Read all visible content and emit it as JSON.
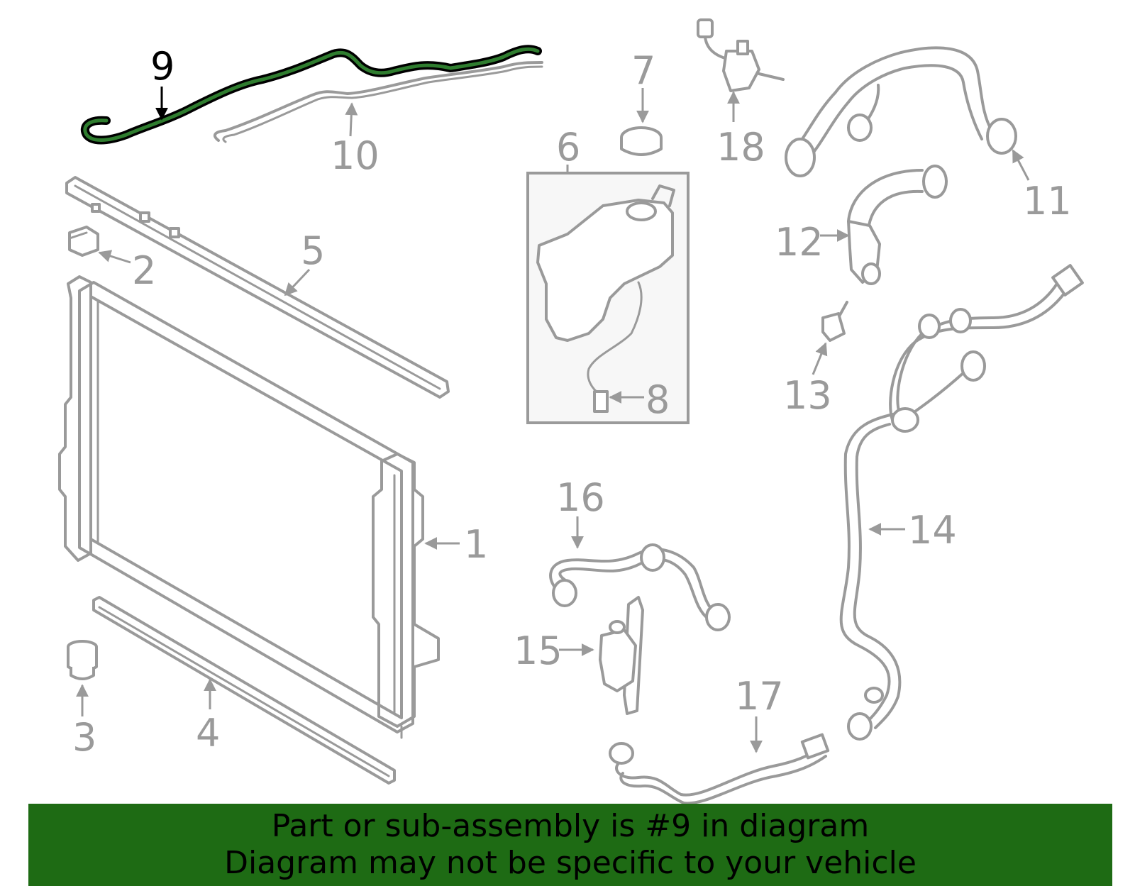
{
  "diagram": {
    "highlighted_part": "9",
    "callouts": [
      "1",
      "2",
      "3",
      "4",
      "5",
      "6",
      "7",
      "8",
      "9",
      "10",
      "11",
      "12",
      "13",
      "14",
      "15",
      "16",
      "17",
      "18"
    ],
    "highlight_color": "#2f7d2f",
    "part_color": "#9a9a9a"
  },
  "banner": {
    "line1": "Part or sub-assembly is #9 in diagram",
    "line2": "Diagram may not be specific to your vehicle",
    "background": "#1e6b14"
  }
}
